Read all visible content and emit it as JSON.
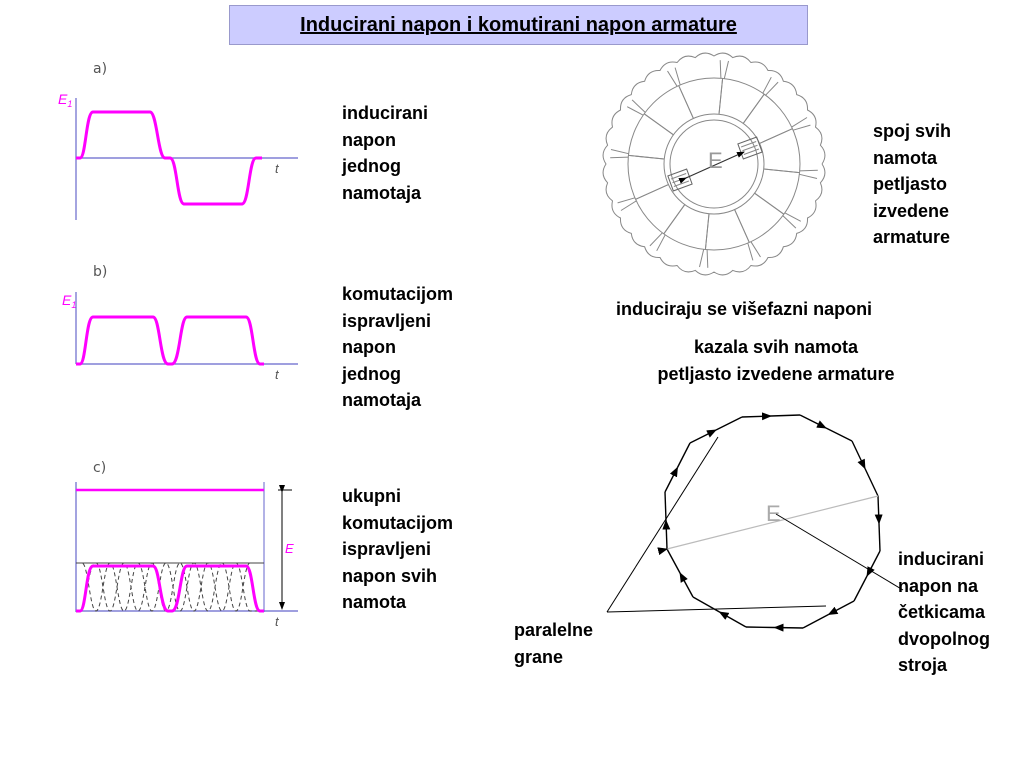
{
  "title": "Inducirani napon i komutirani napon armature",
  "graphs": {
    "a": {
      "label": "a)",
      "axis_y": "E",
      "axis_y_sub": "1",
      "axis_x": "t"
    },
    "b": {
      "label": "b)",
      "axis_y": "E",
      "axis_y_sub": "1",
      "axis_x": "t"
    },
    "c": {
      "label": "c)",
      "axis_y": "E",
      "axis_x": "t"
    }
  },
  "texts": {
    "a": "inducirani\nnapon\njednog\nnamotaja",
    "b": "komutacijom\nispravljeni\nnapon\njednog\nnamotaja",
    "c": "ukupni\nkomutacijom\nispravljeni\nnapon svih\nnamota"
  },
  "armature": {
    "center_label": "E",
    "caption_right": "spoj svih\nnamota\npetljasto\nizvedene\narmature",
    "caption_bottom": "induciraju se višefazni naponi"
  },
  "polygon": {
    "heading": "kazala svih namota\npetljasto izvedene armature",
    "center_label": "E",
    "label_right": "inducirani\nnapon na\nčetkicama\ndvopolnog\nstroja",
    "label_left": "paralelne\ngrane"
  },
  "colors": {
    "wave": "#ff00ff",
    "axis": "#6666cc",
    "title_bg": "#ccccff"
  }
}
